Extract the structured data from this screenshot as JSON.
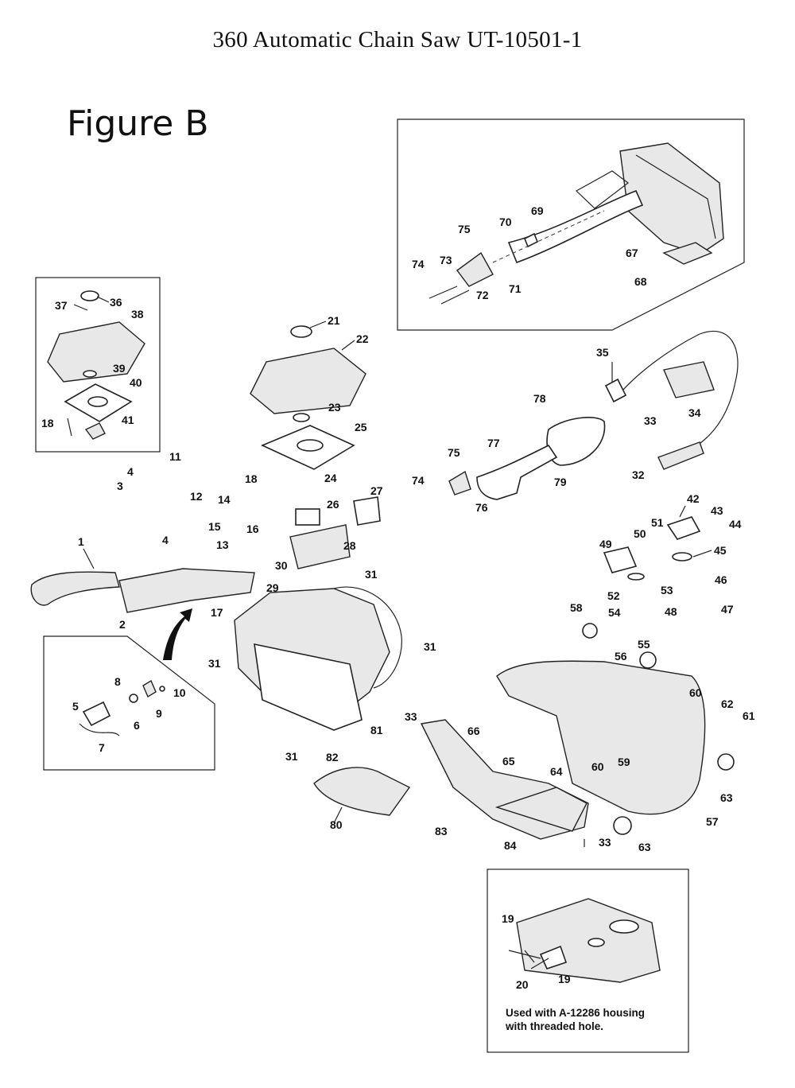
{
  "header": {
    "title": "360 Automatic Chain Saw UT-10501-1",
    "figure_label": "Figure B"
  },
  "inset_note": {
    "line1": "Used with A-12286 housing",
    "line2": "with threaded hole."
  },
  "callouts": [
    "1",
    "2",
    "3",
    "4",
    "5",
    "6",
    "7",
    "8",
    "9",
    "10",
    "11",
    "12",
    "13",
    "14",
    "15",
    "16",
    "17",
    "18",
    "19",
    "20",
    "21",
    "22",
    "23",
    "24",
    "25",
    "26",
    "27",
    "28",
    "29",
    "30",
    "31",
    "32",
    "33",
    "34",
    "35",
    "36",
    "37",
    "38",
    "39",
    "40",
    "41",
    "42",
    "43",
    "44",
    "45",
    "46",
    "47",
    "48",
    "49",
    "50",
    "51",
    "52",
    "53",
    "54",
    "55",
    "56",
    "57",
    "58",
    "59",
    "60",
    "61",
    "62",
    "63",
    "64",
    "65",
    "66",
    "67",
    "68",
    "69",
    "70",
    "71",
    "72",
    "73",
    "74",
    "75",
    "76",
    "77",
    "78",
    "79",
    "80",
    "81",
    "82",
    "83",
    "84"
  ]
}
